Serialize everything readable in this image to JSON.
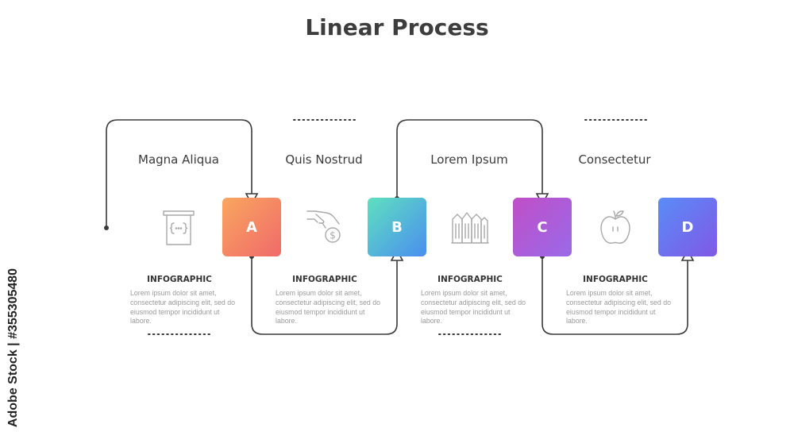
{
  "title": "Linear Process",
  "steps": [
    {
      "letter": "A",
      "title": "Magna Aliqua",
      "icon": "scroll-code-icon",
      "info_heading": "INFOGRAPHIC",
      "info_text": "Lorem ipsum dolor sit amet, consectetur adipiscing elit, sed do eiusmod tempor incididunt ut labore."
    },
    {
      "letter": "B",
      "title": "Quis Nostrud",
      "icon": "hand-coin-icon",
      "info_heading": "INFOGRAPHIC",
      "info_text": "Lorem ipsum dolor sit amet, consectetur adipiscing elit, sed do eiusmod tempor incididunt ut labore."
    },
    {
      "letter": "C",
      "title": "Lorem Ipsum",
      "icon": "buildings-icon",
      "info_heading": "INFOGRAPHIC",
      "info_text": "Lorem ipsum dolor sit amet, consectetur adipiscing elit, sed do eiusmod tempor incididunt ut labore."
    },
    {
      "letter": "D",
      "title": "Consectetur",
      "icon": "apple-icon",
      "info_heading": "INFOGRAPHIC",
      "info_text": "Lorem ipsum dolor sit amet, consectetur adipiscing elit, sed do eiusmod tempor incididunt ut labore."
    }
  ],
  "colors": {
    "connector": "#3a3a3a",
    "icon": "#a9a9a9",
    "box_a": [
      "#f9a65f",
      "#f06a6a"
    ],
    "box_b": [
      "#5fe0bf",
      "#4a8ef0"
    ],
    "box_c": [
      "#c04ec7",
      "#9a6ae8"
    ],
    "box_d": [
      "#5a8cf7",
      "#8058e6"
    ]
  },
  "watermark": "Adobe Stock | #355305480"
}
